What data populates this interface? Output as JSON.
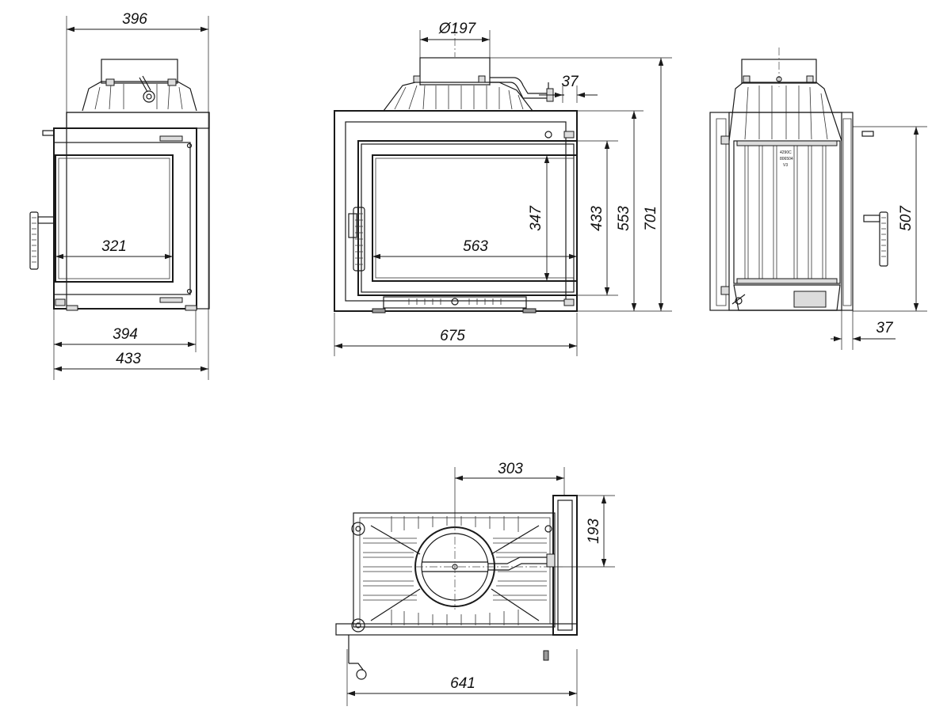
{
  "side_view_left": {
    "width_top": "396",
    "glass_width": "321",
    "frame_width": "394",
    "overall_width": "433"
  },
  "front_view": {
    "flue_diameter": "Ø197",
    "outlet_offset": "37",
    "glass_height": "347",
    "glass_width": "563",
    "overall_width": "675",
    "door_height": "433",
    "frame_height": "553",
    "overall_height": "701"
  },
  "side_view_right": {
    "height": "507",
    "offset": "37",
    "plate_text": [
      "4290C",
      "806504",
      "V3"
    ]
  },
  "top_view": {
    "flue_offset": "303",
    "depth_offset": "193",
    "overall_width": "641"
  }
}
